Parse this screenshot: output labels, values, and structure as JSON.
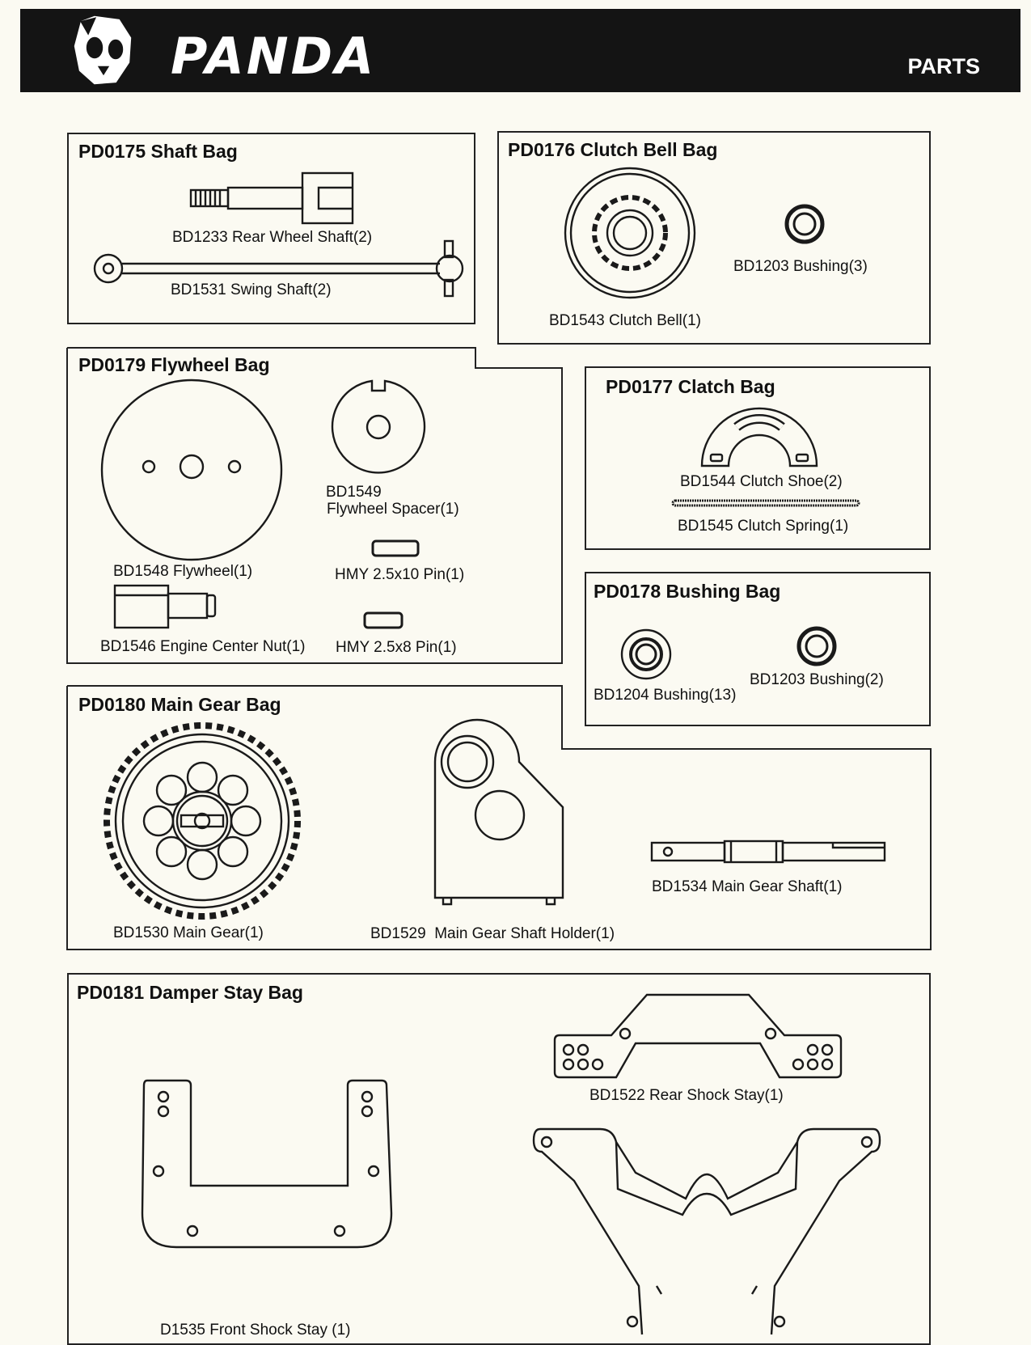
{
  "header": {
    "brand": "PANDA",
    "section": "PARTS"
  },
  "bags": {
    "shaft": {
      "title": "PD0175 Shaft Bag",
      "items": [
        "BD1233 Rear Wheel Shaft(2)",
        "BD1531 Swing Shaft(2)"
      ]
    },
    "clutch_bell": {
      "title": "PD0176 Clutch Bell Bag",
      "items": [
        "BD1543 Clutch Bell(1)",
        "BD1203 Bushing(3)"
      ]
    },
    "flywheel": {
      "title": "PD0179 Flywheel Bag",
      "items": [
        "BD1548 Flywheel(1)",
        "BD1549",
        "Flywheel Spacer(1)",
        "HMY 2.5x10 Pin(1)",
        "BD1546 Engine Center Nut(1)",
        "HMY 2.5x8 Pin(1)"
      ]
    },
    "clatch": {
      "title": "PD0177 Clatch Bag",
      "items": [
        "BD1544 Clutch Shoe(2)",
        "BD1545 Clutch Spring(1)"
      ]
    },
    "bushing": {
      "title": "PD0178 Bushing Bag",
      "items": [
        "BD1204 Bushing(13)",
        "BD1203 Bushing(2)"
      ]
    },
    "main_gear": {
      "title": "PD0180 Main Gear Bag",
      "items": [
        "BD1530 Main Gear(1)",
        "BD1529  Main Gear Shaft Holder(1)",
        "BD1534 Main Gear Shaft(1)"
      ]
    },
    "damper_stay": {
      "title": "PD0181 Damper Stay Bag",
      "items": [
        "BD1522 Rear Shock Stay(1)",
        "D1535 Front Shock Stay (1)"
      ]
    }
  }
}
